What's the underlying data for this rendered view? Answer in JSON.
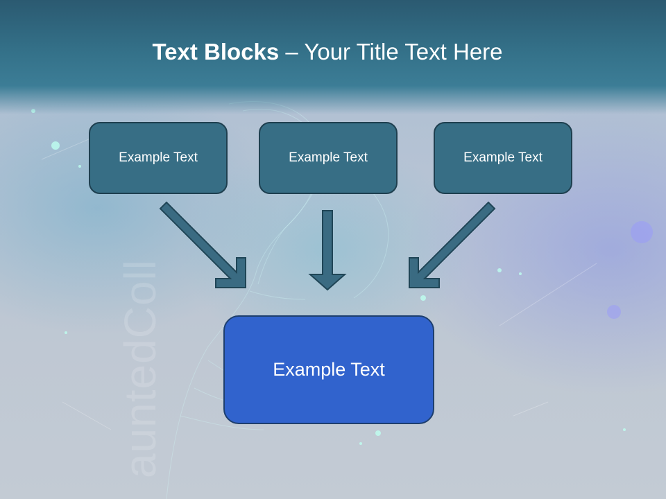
{
  "slide": {
    "title_bold": "Text Blocks",
    "title_rest": " – Your Title Text Here",
    "watermark": "auntedColl"
  },
  "boxes": {
    "left": "Example Text",
    "middle": "Example Text",
    "right": "Example Text",
    "bottom": "Example Text"
  },
  "colors": {
    "small_box_fill": "#376e85",
    "large_box_fill": "#3163cd",
    "arrow_fill": "#3a6b82",
    "header": "#2b5a71"
  }
}
